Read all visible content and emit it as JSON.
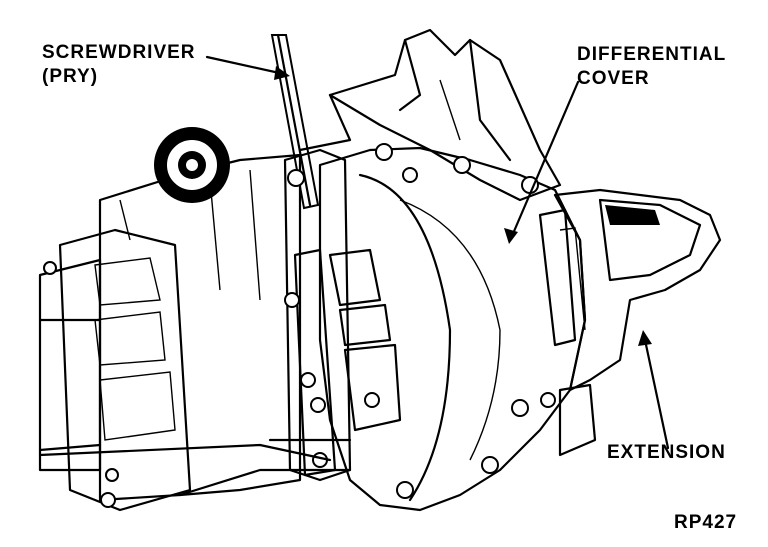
{
  "labels": {
    "screwdriver": "SCREWDRIVER",
    "pry": "(PRY)",
    "differential": "DIFFERENTIAL",
    "cover": "COVER",
    "extension": "EXTENSION",
    "figure_id": "RP427"
  }
}
